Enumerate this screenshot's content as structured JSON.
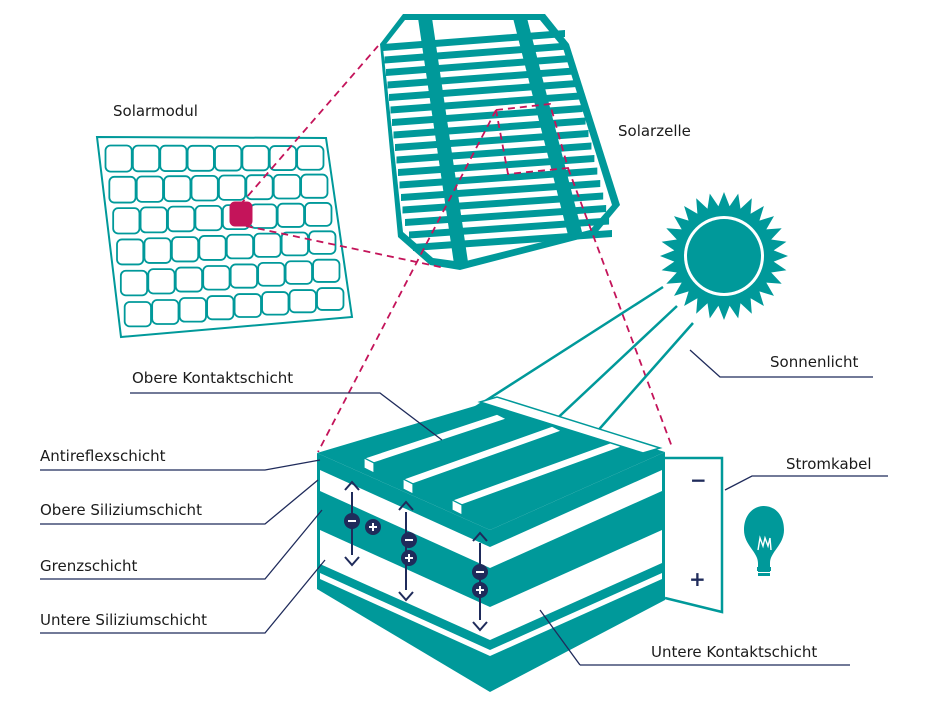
{
  "labels": {
    "solarmodul": "Solarmodul",
    "solarzelle": "Solarzelle",
    "sonnenlicht": "Sonnenlicht",
    "obere_kontaktschicht": "Obere Kontaktschicht",
    "antireflexschicht": "Antireflexschicht",
    "obere_siliziumschicht": "Obere Siliziumschicht",
    "grenzschicht": "Grenzschicht",
    "untere_siliziumschicht": "Untere Siliziumschicht",
    "untere_kontaktschicht": "Untere Kontaktschicht",
    "stromkabel": "Stromkabel"
  },
  "symbols": {
    "minus": "−",
    "plus": "+"
  },
  "colors": {
    "teal": "#00999a",
    "navy": "#1f2b5b",
    "magenta": "#c4145a",
    "white": "#ffffff"
  },
  "icons": [
    "sun-icon",
    "light-bulb-icon",
    "electron-minus-icon",
    "hole-plus-icon",
    "up-down-arrow-icon"
  ]
}
